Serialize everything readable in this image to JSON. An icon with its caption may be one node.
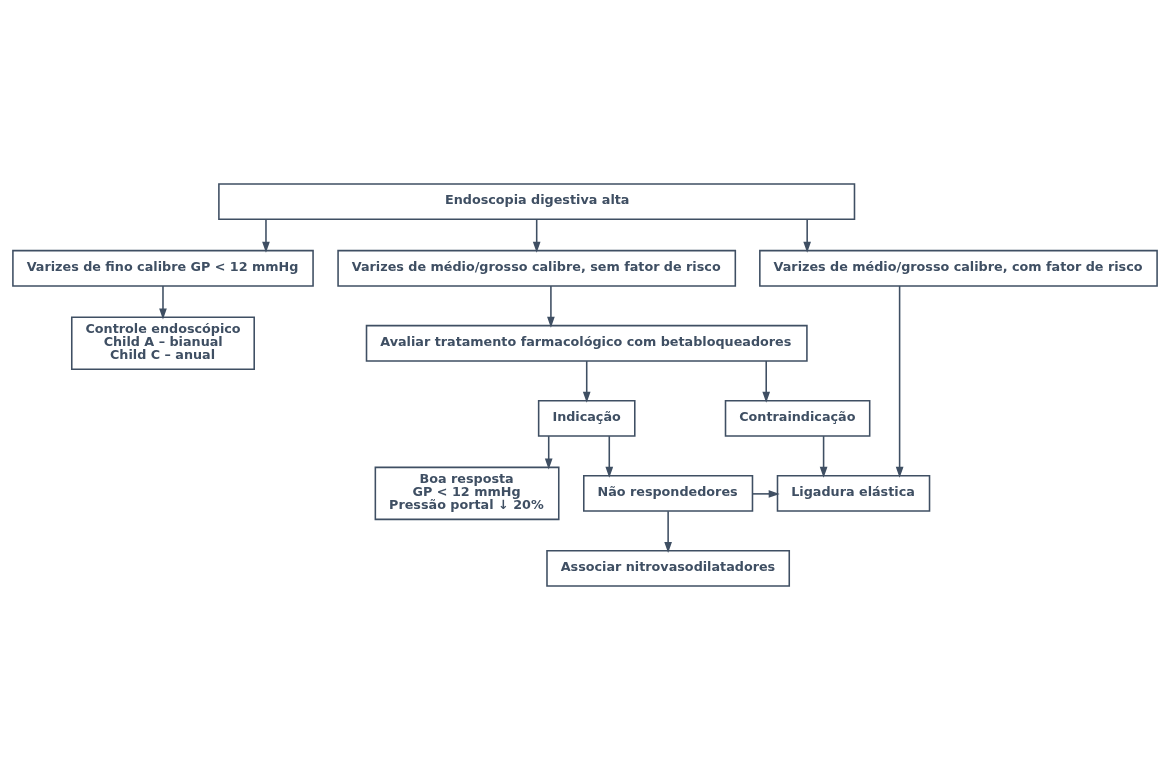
{
  "diagram": {
    "nodes": [
      {
        "text": [
          "Endoscopia digestiva alta"
        ]
      },
      {
        "text": [
          "Varizes de fino calibre GP < 12 mmHg"
        ]
      },
      {
        "text": [
          "Varizes de médio/grosso calibre, sem fator de risco"
        ]
      },
      {
        "text": [
          "Varizes de médio/grosso calibre, com fator de risco"
        ]
      },
      {
        "text": [
          "Controle endoscópico",
          "Child A – bianual",
          "Child C – anual"
        ]
      },
      {
        "text": [
          "Avaliar tratamento farmacológico com betabloqueadores"
        ]
      },
      {
        "text": [
          "Indicação"
        ]
      },
      {
        "text": [
          "Contraindicação"
        ]
      },
      {
        "text": [
          "Boa resposta",
          "GP < 12 mmHg",
          "Pressão portal ↓ 20%"
        ]
      },
      {
        "text": [
          "Não respondedores"
        ]
      },
      {
        "text": [
          "Ligadura elástica"
        ]
      },
      {
        "text": [
          "Associar nitrovasodilatadores"
        ]
      }
    ],
    "edges": [
      {
        "from": 0,
        "to": 1,
        "arrow": "to"
      },
      {
        "from": 0,
        "to": 2,
        "arrow": "to"
      },
      {
        "from": 0,
        "to": 3,
        "arrow": "to"
      },
      {
        "from": 1,
        "to": 4,
        "arrow": "to"
      },
      {
        "from": 2,
        "to": 5,
        "arrow": "to"
      },
      {
        "from": 5,
        "to": 6,
        "arrow": "to"
      },
      {
        "from": 5,
        "to": 7,
        "arrow": "to"
      },
      {
        "from": 7,
        "to": 10,
        "arrow": "to"
      },
      {
        "from": 3,
        "to": 10,
        "arrow": "to"
      },
      {
        "from": 6,
        "to": 8,
        "arrow": "to"
      },
      {
        "from": 6,
        "to": 9,
        "arrow": "to"
      },
      {
        "from": 9,
        "to": 10,
        "arrow": "to"
      },
      {
        "from": 9,
        "to": 11,
        "arrow": "to"
      }
    ]
  }
}
